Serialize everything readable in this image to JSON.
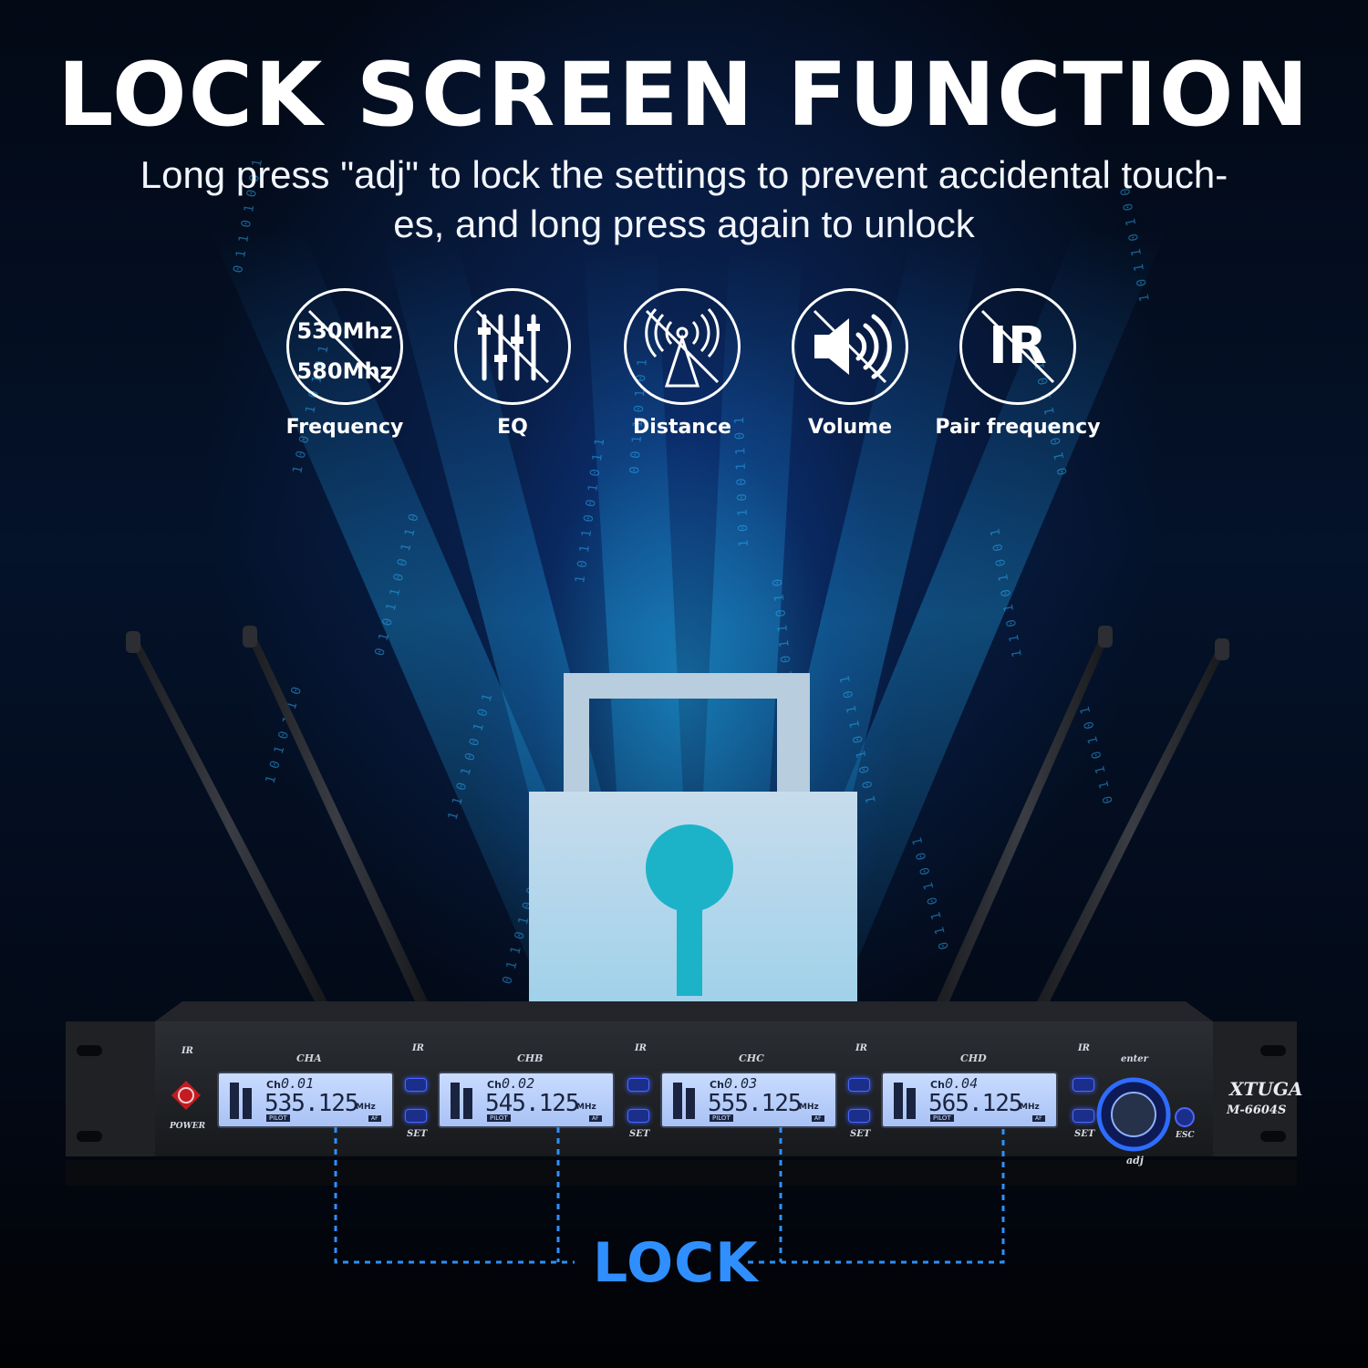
{
  "headline": "LOCK SCREEN FUNCTION",
  "subtitle_line1": "Long press \"adj\" to lock the settings to prevent accidental touch-",
  "subtitle_line2": "es, and long press again to unlock",
  "features": [
    {
      "label": "Frequency",
      "icon": "frequency-crossed-icon",
      "text1": "530Mhz",
      "text2": "580Mhz"
    },
    {
      "label": "EQ",
      "icon": "eq-sliders-crossed-icon"
    },
    {
      "label": "Distance",
      "icon": "antenna-signal-crossed-icon"
    },
    {
      "label": "Volume",
      "icon": "speaker-volume-crossed-icon"
    },
    {
      "label": "Pair frequency",
      "icon": "ir-crossed-icon",
      "text": "IR"
    }
  ],
  "device": {
    "ir_label": "IR",
    "power_label": "POWER",
    "brand": "XTUGA",
    "model": "M-6604S",
    "enter_label": "enter",
    "adj_label": "adj",
    "esc_label": "ESC",
    "channels": [
      {
        "title": "CHA",
        "ch_label": "Ch",
        "ch_num": "0.01",
        "freq": "535.125",
        "unit": "MHz",
        "pilot": "PILOT",
        "af": "AF",
        "ir": "IR",
        "set": "SET"
      },
      {
        "title": "CHB",
        "ch_label": "Ch",
        "ch_num": "0.02",
        "freq": "545.125",
        "unit": "MHz",
        "pilot": "PILOT",
        "af": "AF",
        "ir": "IR",
        "set": "SET"
      },
      {
        "title": "CHC",
        "ch_label": "Ch",
        "ch_num": "0.03",
        "freq": "555.125",
        "unit": "MHz",
        "pilot": "PILOT",
        "af": "AF",
        "ir": "IR",
        "set": "SET"
      },
      {
        "title": "CHD",
        "ch_label": "Ch",
        "ch_num": "0.04",
        "freq": "565.125",
        "unit": "MHz",
        "pilot": "PILOT",
        "af": "AF",
        "ir": "IR",
        "set": "SET"
      }
    ]
  },
  "lock_label": "LOCK",
  "colors": {
    "accent_blue": "#2f8fff",
    "glow_cyan": "#27c4e8",
    "button_blue": "#1b2e8a"
  }
}
